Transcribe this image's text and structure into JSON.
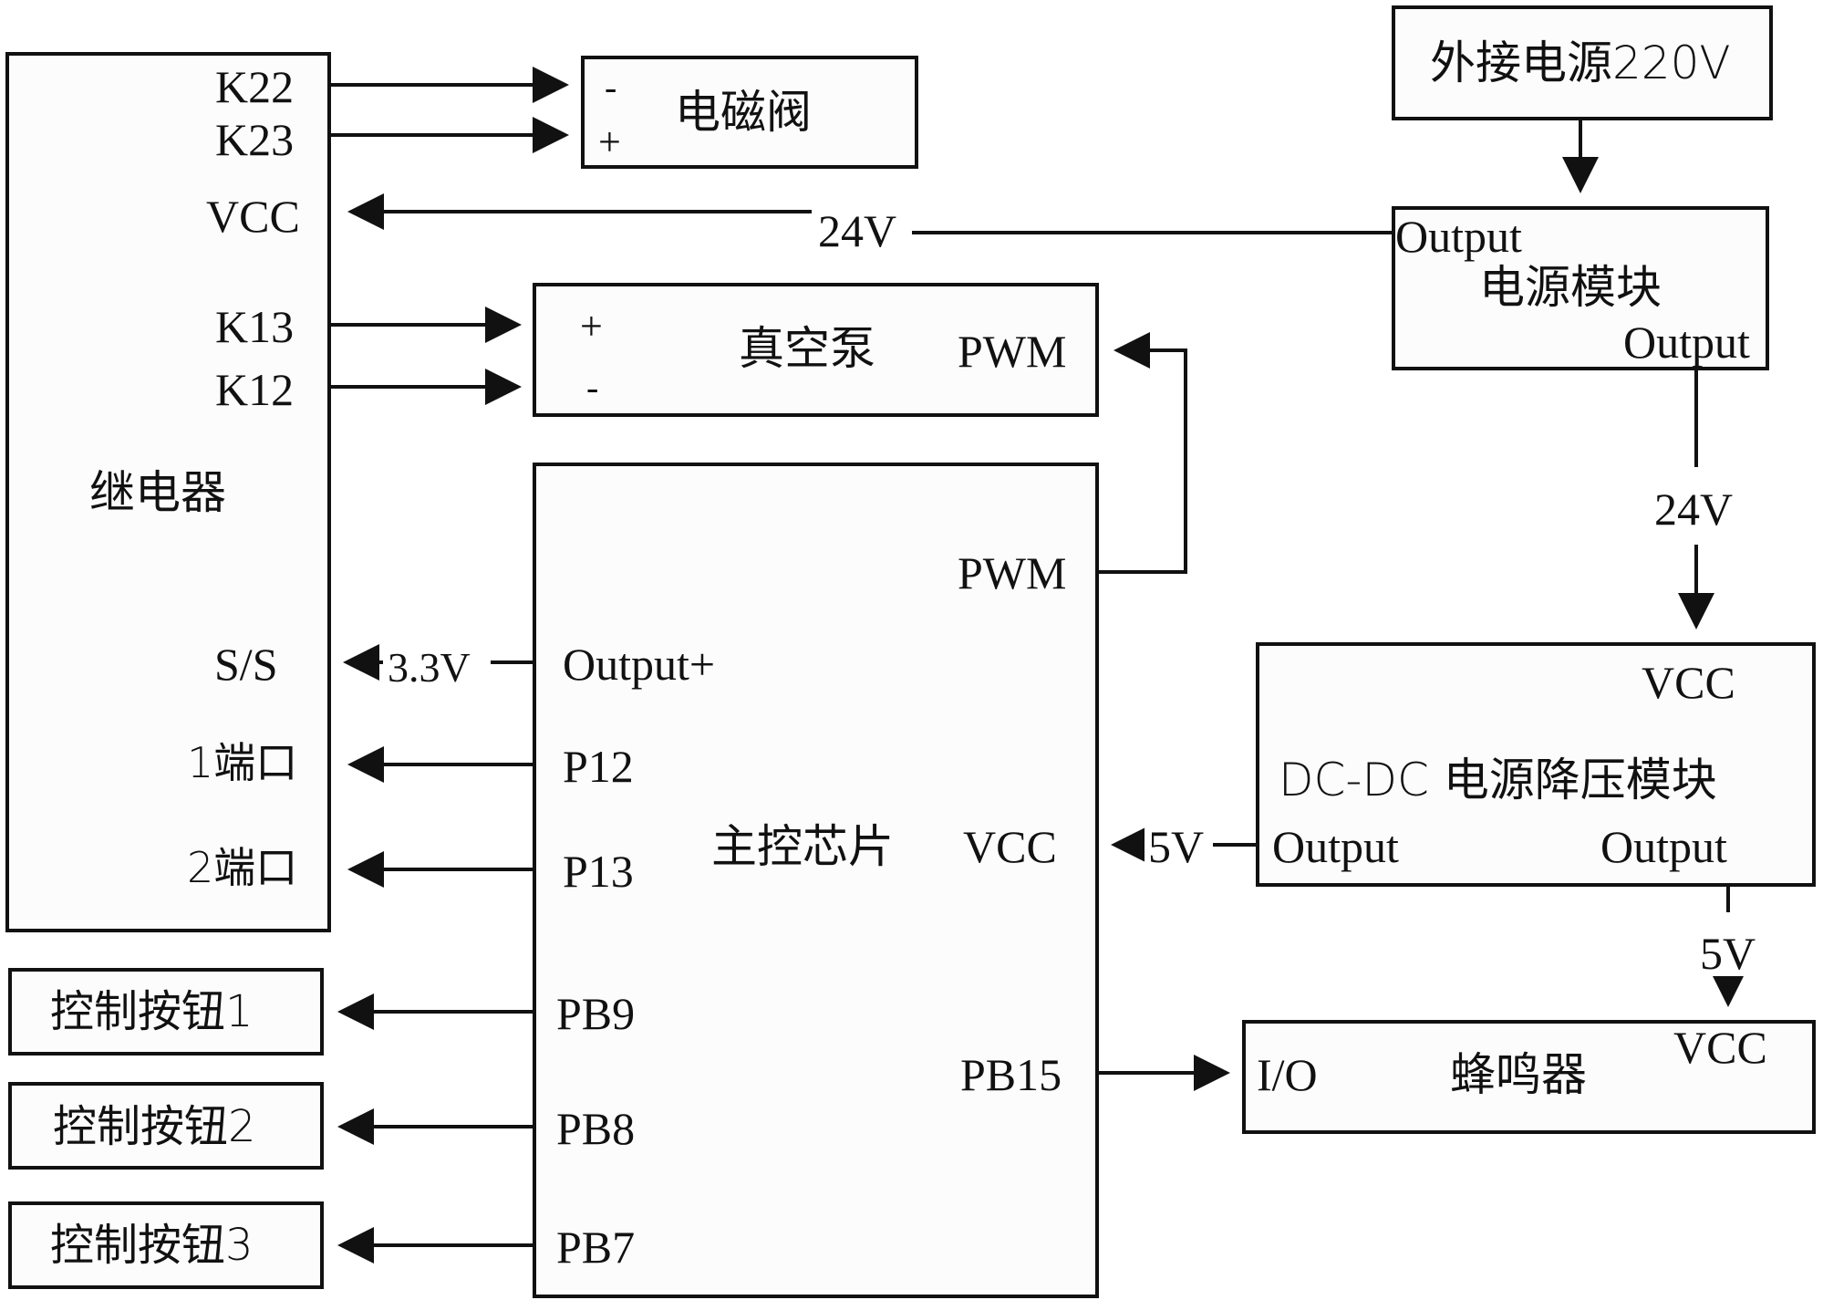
{
  "diagram": {
    "relay": {
      "title": "继电器",
      "pins": {
        "k22": "K22",
        "k23": "K23",
        "vcc": "VCC",
        "k13": "K13",
        "k12": "K12",
        "ss": "S/S",
        "port1": "1端口",
        "port2": "2端口"
      }
    },
    "solenoid_valve": {
      "title": "电磁阀",
      "minus": "-",
      "plus": "+"
    },
    "vacuum_pump": {
      "title": "真空泵",
      "plus": "+",
      "minus": "-",
      "pwm": "PWM"
    },
    "mcu": {
      "title": "主控芯片",
      "pins": {
        "pwm": "PWM",
        "output_plus": "Output+",
        "p12": "P12",
        "p13": "P13",
        "vcc": "VCC",
        "pb9": "PB9",
        "pb8": "PB8",
        "pb7": "PB7",
        "pb15": "PB15"
      }
    },
    "external_power": {
      "title": "外接电源220V"
    },
    "power_module": {
      "title": "电源模块",
      "output_left": "Output",
      "output_right": "Output"
    },
    "dcdc_module": {
      "title": "DC-DC 电源降压模块",
      "vcc": "VCC",
      "output_left": "Output",
      "output_right": "Output"
    },
    "buzzer": {
      "title": "蜂鸣器",
      "io": "I/O",
      "vcc": "VCC"
    },
    "buttons": [
      {
        "label": "控制按钮1"
      },
      {
        "label": "控制按钮2"
      },
      {
        "label": "控制按钮3"
      }
    ],
    "wire_labels": {
      "relay_vcc_24v": "24V",
      "module_to_dcdc_24v": "24V",
      "ss_3v3": "3.3V",
      "mcu_vcc_5v": "5V",
      "buzzer_vcc_5v": "5V"
    }
  }
}
